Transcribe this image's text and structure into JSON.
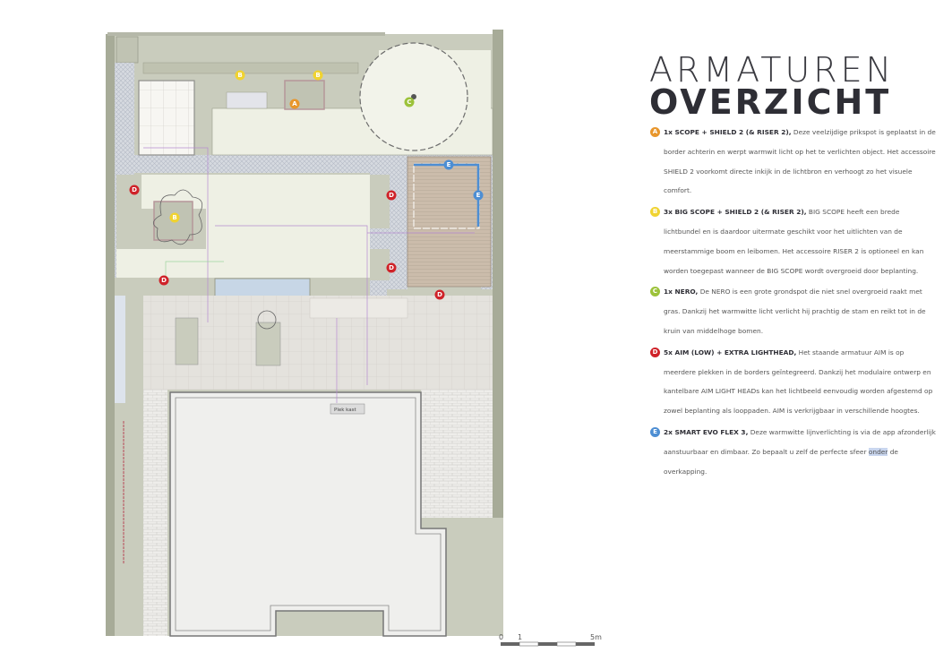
{
  "header": {
    "title_light": "ARMATUREN",
    "title_bold": "OVERZICHT"
  },
  "colors": {
    "A": "#e8962c",
    "B": "#f0d331",
    "C": "#9cc23a",
    "D": "#cf2229",
    "E": "#4d8ed3"
  },
  "legend": [
    {
      "letter": "A",
      "name": "1x SCOPE + SHIELD 2 (& RISER 2),",
      "text": " Deze veelzijdige prikspot is geplaatst in de border achterin en werpt warmwit licht op het te verlichten object. Het accessoire SHIELD 2 voorkomt directe inkijk in de lichtbron en verhoogt zo het visuele comfort."
    },
    {
      "letter": "B",
      "name": "3x BIG SCOPE + SHIELD 2 (& RISER 2),",
      "text": " BIG SCOPE heeft een brede lichtbundel en is daardoor uitermate geschikt voor het uitlichten van de meerstammige boom en leibomen. Het accessoire RISER 2 is optioneel en kan worden toegepast wanneer de BIG SCOPE wordt overgroeid door beplanting."
    },
    {
      "letter": "C",
      "name": "1x NERO,",
      "text": " De NERO is een grote grondspot die niet snel overgroeid raakt met gras. Dankzij het warmwitte licht verlicht hij prachtig de stam en reikt tot in de kruin van middelhoge bomen."
    },
    {
      "letter": "D",
      "name": "5x AIM (LOW) + EXTRA LIGHTHEAD,",
      "text": " Het staande armatuur AIM is op meerdere plekken in de borders geïntegreerd. Dankzij het modulaire ontwerp en kantelbare AIM LIGHT HEADs kan het lichtbeeld eenvoudig worden afgestemd op zowel beplanting als looppaden. AIM is verkrijgbaar in verschillende hoogtes."
    },
    {
      "letter": "E",
      "name": "2x SMART EVO FLEX 3,",
      "text": " Deze warmwitte lijnverlichting is via de app afzonderlijk aanstuurbaar en dimbaar. Zo bepaalt u zelf de perfecte sfeer ",
      "highlight": "onder",
      "tail": " de overkapping."
    }
  ],
  "plan": {
    "label_cabinet": "Plek kast",
    "scale": {
      "start": "0",
      "mid": "1",
      "end": "5m"
    }
  }
}
